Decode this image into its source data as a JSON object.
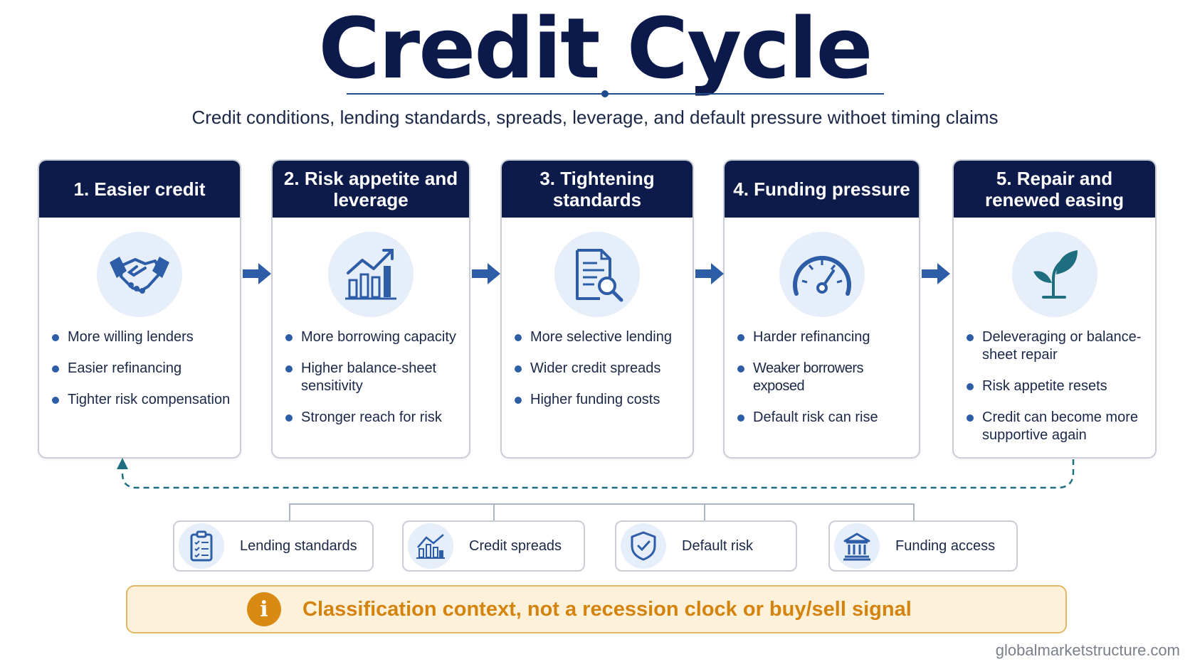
{
  "header": {
    "title": "Credit Cycle",
    "subtitle": "Credit conditions, lending standards, spreads, leverage, and default pressure withoet timing claims"
  },
  "stages": [
    {
      "title": "1. Easier credit",
      "icon": "handshake-icon",
      "bullets": [
        "More willing lenders",
        "Easier refinancing",
        "Tighter risk compensation"
      ]
    },
    {
      "title": "2. Risk appetite and leverage",
      "icon": "growth-chart-icon",
      "bullets": [
        "More borrowing capacity",
        "Higher balance-sheet sensitivity",
        "Stronger reach for risk"
      ]
    },
    {
      "title": "3. Tightening standards",
      "icon": "document-search-icon",
      "bullets": [
        "More selective lending",
        "Wider credit spreads",
        "Higher funding costs"
      ]
    },
    {
      "title": "4. Funding pressure",
      "icon": "gauge-icon",
      "bullets": [
        "Harder refinancing",
        "Weaker borrowers exposed",
        "Default risk can rise"
      ]
    },
    {
      "title": "5. Repair and renewed easing",
      "icon": "sprout-icon",
      "bullets": [
        "Deleveraging or balance-sheet repair",
        "Risk appetite resets",
        "Credit can become more supportive again"
      ]
    }
  ],
  "indicators": [
    {
      "label": "Lending standards",
      "icon": "checklist-icon"
    },
    {
      "label": "Credit spreads",
      "icon": "spread-chart-icon"
    },
    {
      "label": "Default risk",
      "icon": "shield-check-icon"
    },
    {
      "label": "Funding access",
      "icon": "bank-icon"
    }
  ],
  "notice": {
    "icon_text": "i",
    "text": "Classification context, not a recession clock or buy/sell signal"
  },
  "footer": {
    "source": "globalmarketstructure.com"
  },
  "colors": {
    "navy": "#0d1b4b",
    "accent_blue": "#2e5da8",
    "teal": "#1f6e80",
    "amber": "#d98a12",
    "notice_bg": "#fdf1da",
    "icon_bg": "#e6eef9"
  }
}
